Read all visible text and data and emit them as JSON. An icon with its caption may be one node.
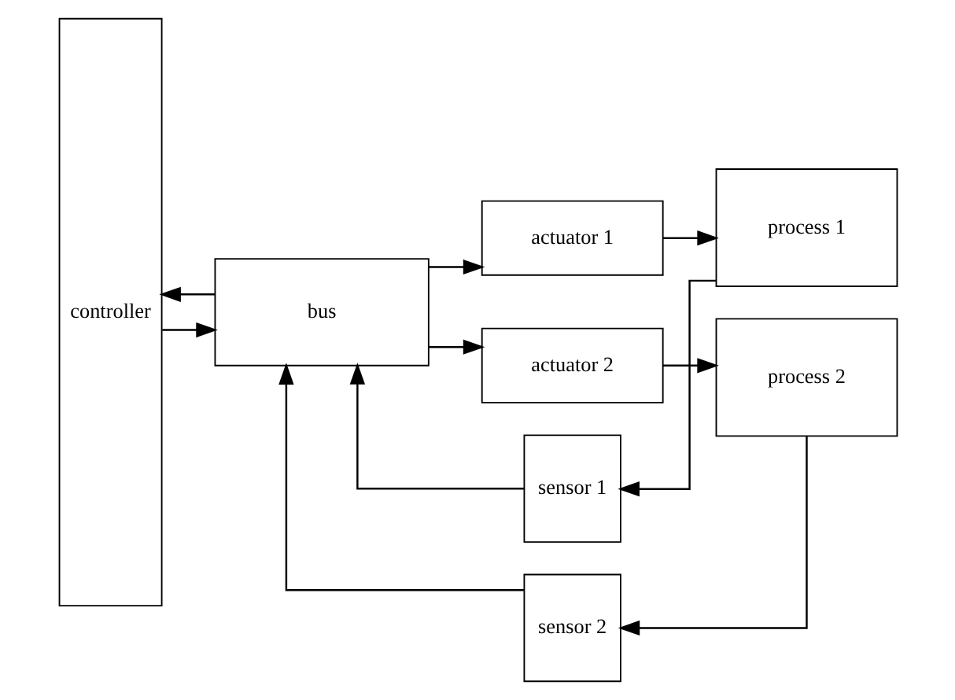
{
  "diagram": {
    "nodes": [
      {
        "text": [
          "controller"
        ]
      },
      {
        "text": [
          "bus"
        ]
      },
      {
        "text": [
          "sensor 1"
        ]
      },
      {
        "text": [
          "process 1"
        ]
      },
      {
        "text": [
          "actuator 1"
        ]
      },
      {
        "text": [
          "actuator 2"
        ]
      },
      {
        "text": [
          "process 2"
        ]
      },
      {
        "text": [
          "sensor 2"
        ]
      }
    ],
    "edges": [
      {
        "from": 1,
        "to": 0,
        "arrow": "to"
      },
      {
        "from": 0,
        "to": 1,
        "arrow": "to"
      },
      {
        "from": 3,
        "to": 2,
        "arrow": "to"
      },
      {
        "from": 2,
        "to": 1,
        "arrow": "to"
      },
      {
        "from": 1,
        "to": 4,
        "arrow": "to"
      },
      {
        "from": 4,
        "to": 3,
        "arrow": "to"
      },
      {
        "from": 1,
        "to": 5,
        "arrow": "to"
      },
      {
        "from": 5,
        "to": 6,
        "arrow": "to"
      },
      {
        "from": 6,
        "to": 7,
        "arrow": "to"
      },
      {
        "from": 7,
        "to": 1,
        "arrow": "to"
      }
    ]
  }
}
